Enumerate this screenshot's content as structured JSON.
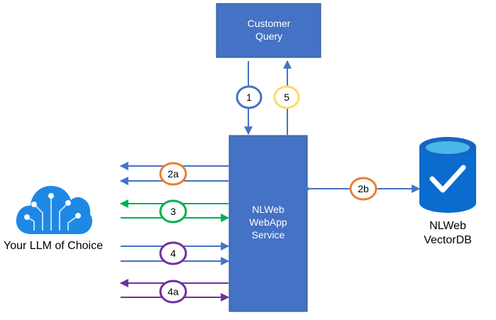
{
  "colors": {
    "box": "#4472C4",
    "box_border": "#2F528F",
    "blue": "#4472C4",
    "green": "#00B050",
    "purple": "#7030A0",
    "orange": "#ED7D31",
    "gold": "#FFD966",
    "db_body": "#0B6CCF",
    "db_top": "#48B8E8",
    "cloud": "#1E88E5"
  },
  "nodes": {
    "customer_query": {
      "line1": "Customer",
      "line2": "Query"
    },
    "service": {
      "line1": "NLWeb",
      "line2": "WebApp",
      "line3": "Service"
    },
    "llm": {
      "label": "Your LLM of Choice",
      "icon": "cloud-circuit-icon"
    },
    "vectordb": {
      "line1": "NLWeb",
      "line2": "VectorDB",
      "icon": "database-check-icon"
    }
  },
  "steps": {
    "s1": "1",
    "s5": "5",
    "s2a": "2a",
    "s2b": "2b",
    "s3": "3",
    "s4": "4",
    "s4a": "4a"
  }
}
